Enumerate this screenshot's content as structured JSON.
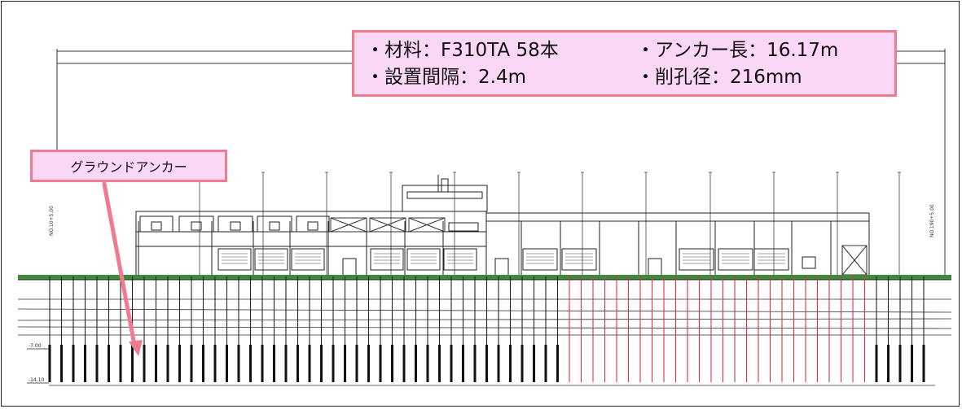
{
  "info_box": {
    "material": "・材料：F310TA  58本",
    "anchor_length": "・アンカー長：16.17m",
    "spacing": "・設置間隔：2.4m",
    "drill_diameter": "・削孔径：216mm"
  },
  "callout": {
    "label": "グラウンドアンカー"
  },
  "elevations": {
    "upper": "-7.00",
    "lower": "-14.10"
  },
  "station_labels": [
    "NO.10+5.00",
    "NO.190+5.00"
  ],
  "colors": {
    "box_fill": "#fad7f5",
    "box_border": "#f07a8e",
    "anchor_black": "#111111",
    "anchor_red": "#d9343c",
    "ground": "#3f8a3a"
  }
}
